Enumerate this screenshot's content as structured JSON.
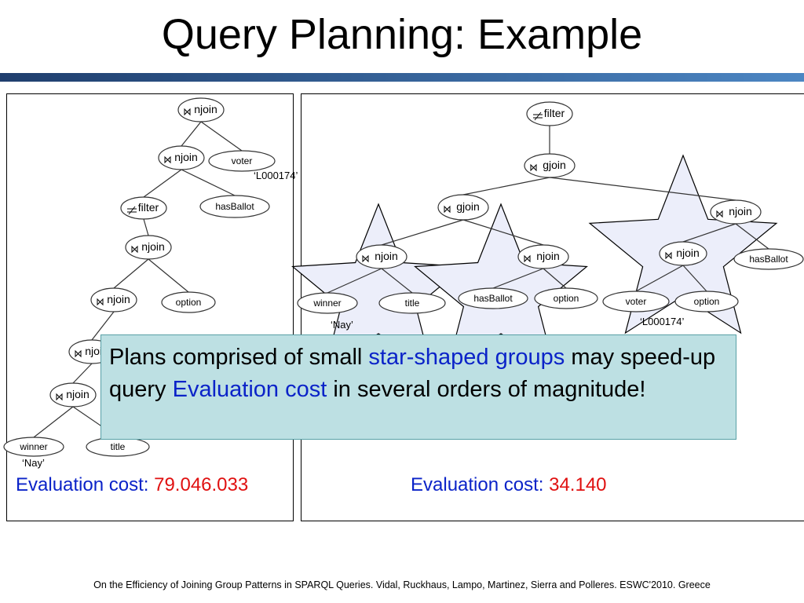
{
  "title": "Query Planning: Example",
  "left_plan": {
    "nodes": [
      {
        "id": "L1",
        "label": "njoin",
        "kind": "op",
        "op": "join"
      },
      {
        "id": "L2",
        "label": "njoin",
        "kind": "op",
        "op": "join"
      },
      {
        "id": "L3",
        "label": "voter",
        "kind": "leaf"
      },
      {
        "id": "L4",
        "label": "filter",
        "kind": "op",
        "op": "filter"
      },
      {
        "id": "L5",
        "label": "hasBallot",
        "kind": "leaf"
      },
      {
        "id": "L6",
        "label": "njoin",
        "kind": "op",
        "op": "join"
      },
      {
        "id": "L7",
        "label": "njoin",
        "kind": "op",
        "op": "join"
      },
      {
        "id": "L8",
        "label": "option",
        "kind": "leaf"
      },
      {
        "id": "L9",
        "label": "njoin",
        "kind": "op",
        "op": "join"
      },
      {
        "id": "L10",
        "label": "njoin",
        "kind": "op",
        "op": "join"
      },
      {
        "id": "L11",
        "label": "winner",
        "kind": "leaf"
      },
      {
        "id": "L12",
        "label": "title",
        "kind": "leaf"
      }
    ],
    "edges": [
      [
        "L1",
        "L2"
      ],
      [
        "L1",
        "L3"
      ],
      [
        "L2",
        "L4"
      ],
      [
        "L2",
        "L5"
      ],
      [
        "L4",
        "L6"
      ],
      [
        "L6",
        "L7"
      ],
      [
        "L6",
        "L8"
      ],
      [
        "L7",
        "L9"
      ],
      [
        "L9",
        "L10"
      ],
      [
        "L10",
        "L11"
      ],
      [
        "L10",
        "L12"
      ]
    ],
    "literals": [
      {
        "text": "‘L000174’",
        "anchor": "L3"
      },
      {
        "text": "‘Nay’",
        "anchor": "L11"
      }
    ]
  },
  "right_plan": {
    "nodes": [
      {
        "id": "R1",
        "label": "filter",
        "kind": "op",
        "op": "filter"
      },
      {
        "id": "R2",
        "label": "gjoin",
        "kind": "op",
        "op": "join"
      },
      {
        "id": "R3",
        "label": "gjoin",
        "kind": "op",
        "op": "join"
      },
      {
        "id": "R4",
        "label": "njoin",
        "kind": "op",
        "op": "join"
      },
      {
        "id": "R5",
        "label": "njoin",
        "kind": "op",
        "op": "join"
      },
      {
        "id": "R6",
        "label": "njoin",
        "kind": "op",
        "op": "join"
      },
      {
        "id": "R7",
        "label": "winner",
        "kind": "leaf"
      },
      {
        "id": "R8",
        "label": "title",
        "kind": "leaf"
      },
      {
        "id": "R9",
        "label": "hasBallot",
        "kind": "leaf"
      },
      {
        "id": "R10",
        "label": "option",
        "kind": "leaf"
      },
      {
        "id": "R11",
        "label": "njoin",
        "kind": "op",
        "op": "join"
      },
      {
        "id": "R12",
        "label": "hasBallot",
        "kind": "leaf"
      },
      {
        "id": "R13",
        "label": "voter",
        "kind": "leaf"
      },
      {
        "id": "R14",
        "label": "option",
        "kind": "leaf"
      }
    ],
    "edges": [
      [
        "R1",
        "R2"
      ],
      [
        "R2",
        "R3"
      ],
      [
        "R2",
        "R6"
      ],
      [
        "R3",
        "R4"
      ],
      [
        "R3",
        "R5"
      ],
      [
        "R4",
        "R7"
      ],
      [
        "R4",
        "R8"
      ],
      [
        "R5",
        "R9"
      ],
      [
        "R5",
        "R10"
      ],
      [
        "R6",
        "R11"
      ],
      [
        "R6",
        "R12"
      ],
      [
        "R11",
        "R13"
      ],
      [
        "R11",
        "R14"
      ]
    ],
    "literals": [
      {
        "text": "‘Nay’",
        "anchor": "R7"
      },
      {
        "text": "‘L000174’",
        "anchor": "R13"
      }
    ]
  },
  "callout": {
    "text_1": "Plans comprised of small ",
    "highlight_1": "star-shaped groups",
    "text_2": " may speed-up query ",
    "highlight_2": "Evaluation cost",
    "text_3": " in several orders of magnitude!"
  },
  "costs": {
    "left": {
      "label": "Evaluation cost:",
      "value": "79.046.033"
    },
    "right": {
      "label": "Evaluation cost:",
      "value": "34.140"
    }
  },
  "footer": "On the Efficiency of Joining Group Patterns in SPARQL Queries. Vidal, Ruckhaus, Lampo, Martinez, Sierra and Polleres. ESWC'2010. Greece",
  "colors": {
    "rule_dark": "#1f3e6d",
    "rule_light": "#4c86c3",
    "highlight_blue": "#0b23c8",
    "cost_red": "#e01010",
    "callout_bg": "#bde0e3",
    "star_fill": "#eceefa"
  }
}
